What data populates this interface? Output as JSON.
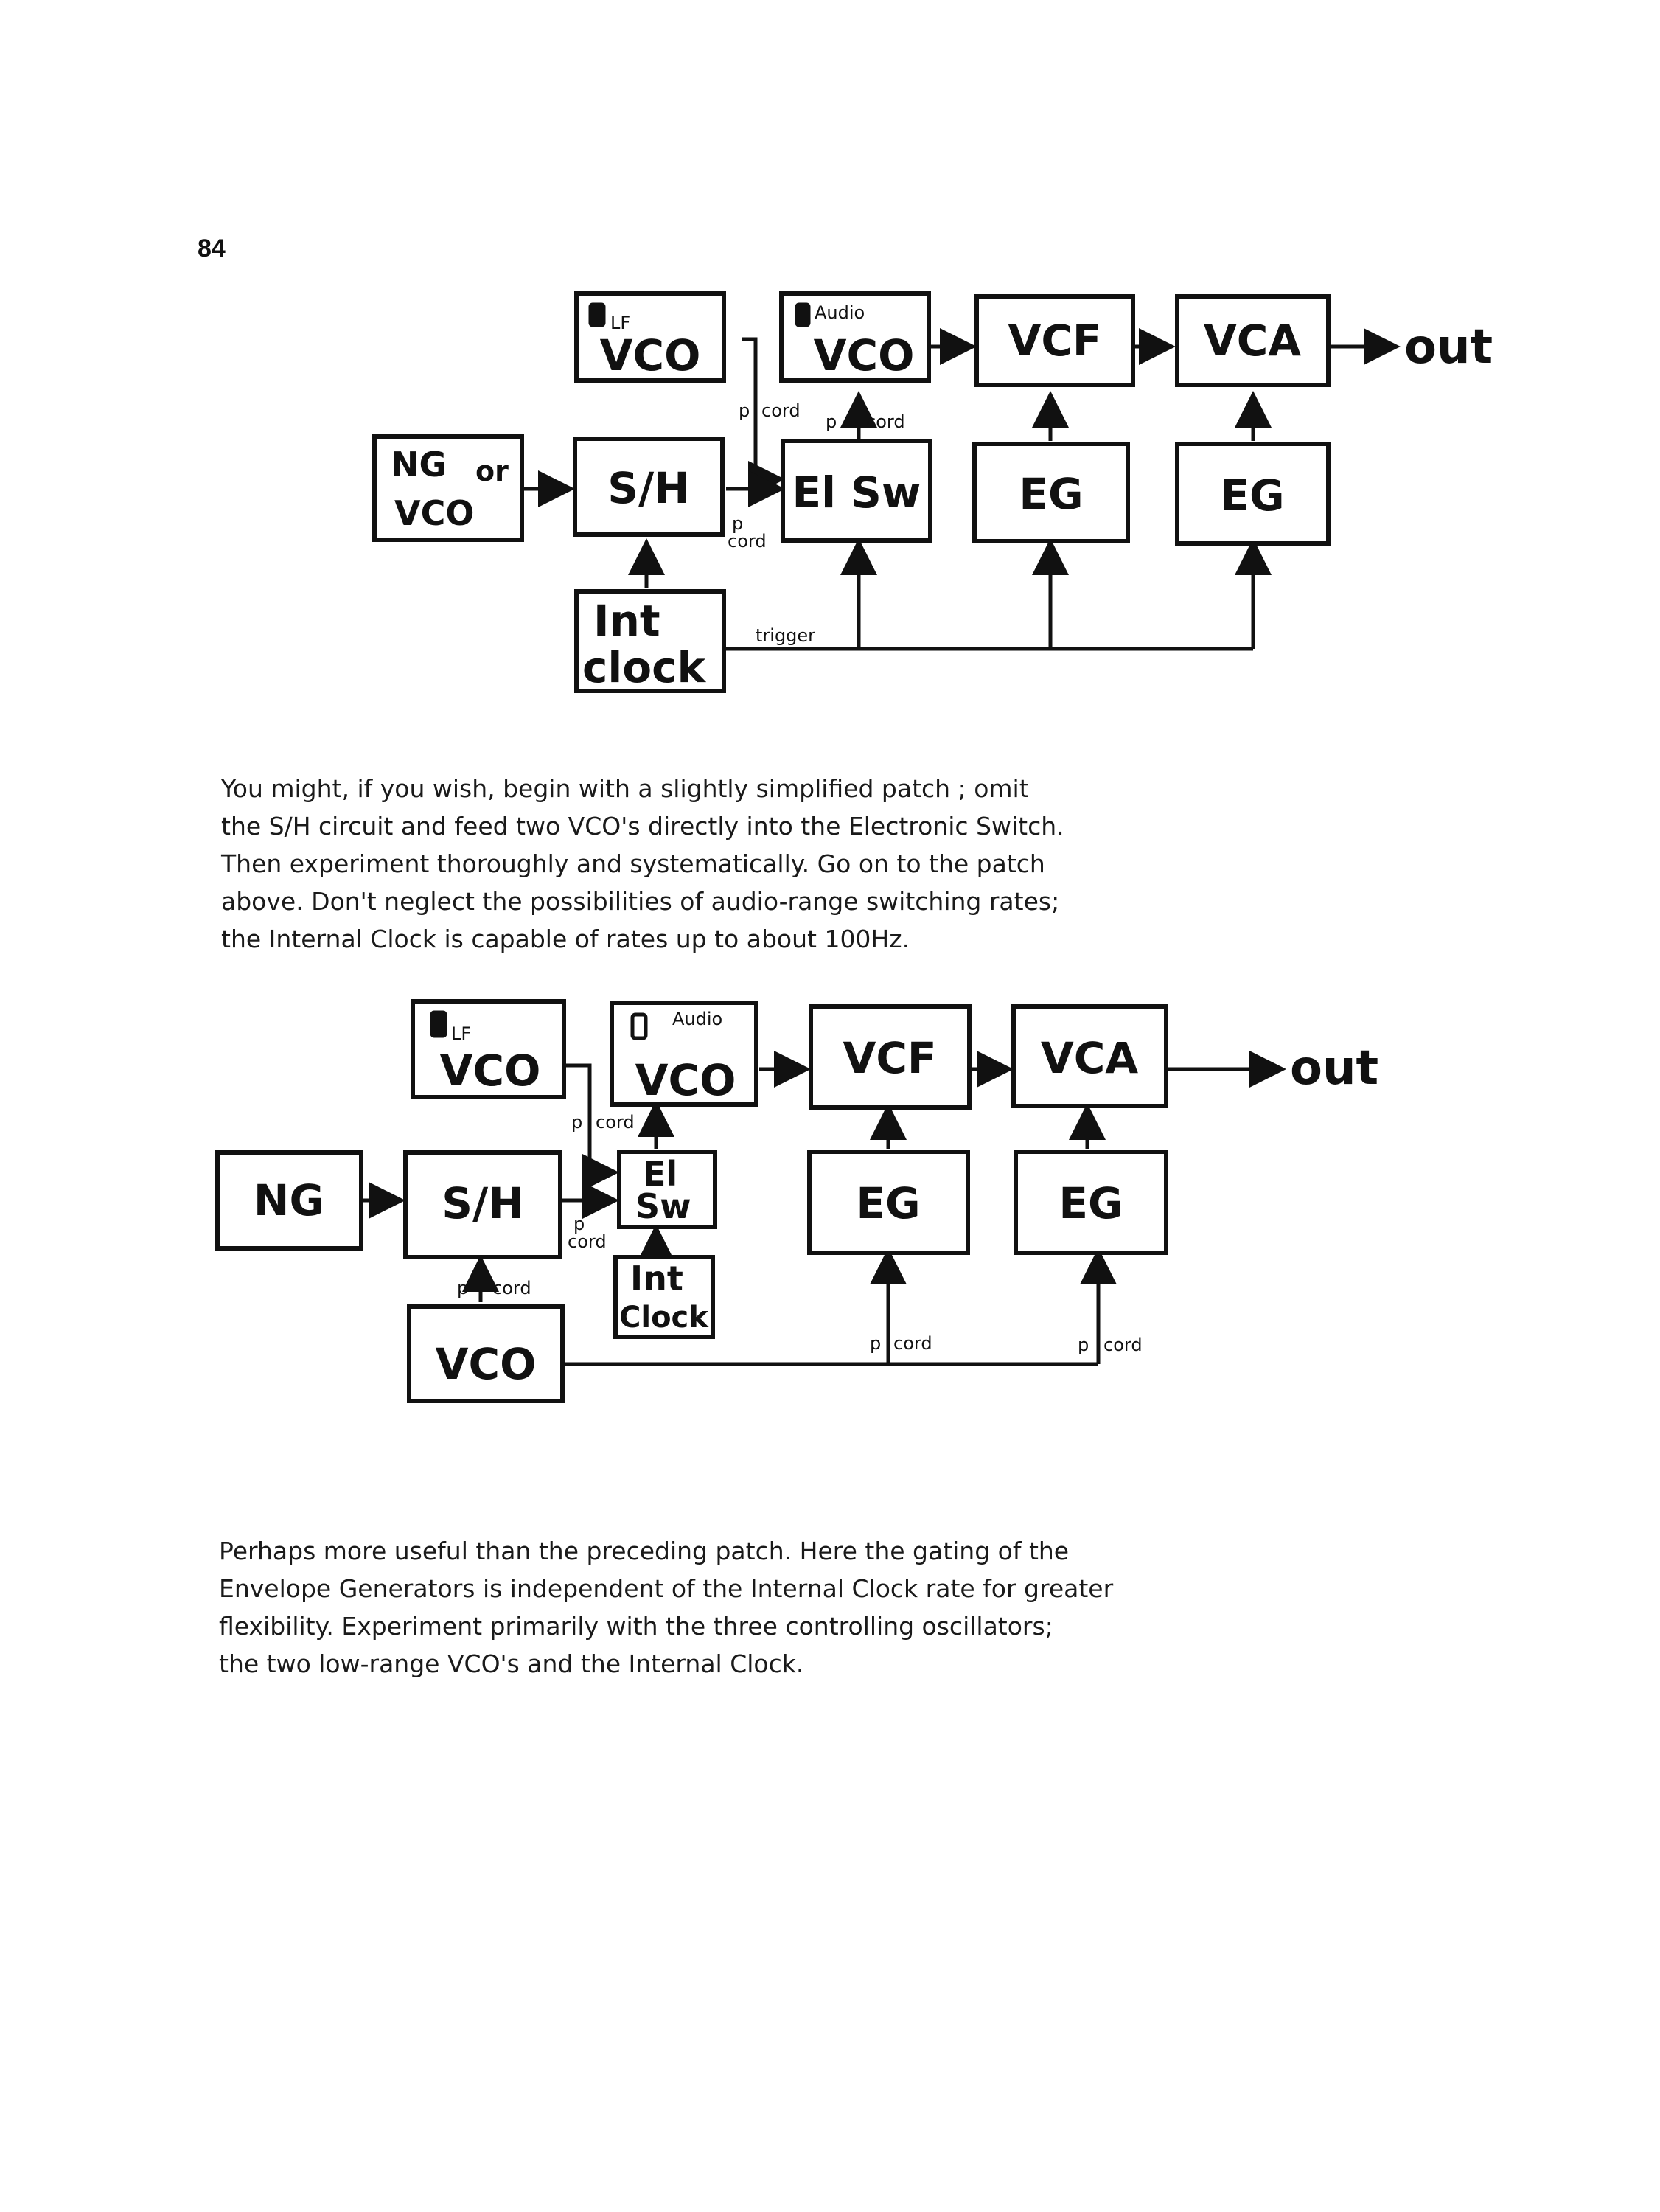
{
  "page_number": "84",
  "diagram1": {
    "lf_vco": {
      "tag": "LF",
      "label": "VCO"
    },
    "audio_vco": {
      "tag": "Audio",
      "label": "VCO"
    },
    "vcf": "VCF",
    "vca": "VCA",
    "out": "out",
    "ng_or_vco": {
      "line1": "NG",
      "or": "or",
      "line2": "VCO"
    },
    "sh": "S/H",
    "el_sw": "El Sw",
    "eg1": "EG",
    "eg2": "EG",
    "int_clock": {
      "line1": "Int",
      "line2": "clock"
    },
    "labels": {
      "p": "p",
      "cord": "cord",
      "trigger": "trigger"
    }
  },
  "paragraph1": [
    "You might, if you wish, begin with a slightly simplified patch ; omit",
    "the S/H circuit and feed two VCO's directly into the Electronic Switch.",
    "Then experiment thoroughly and systematically.  Go on to the patch",
    "above.  Don't neglect the possibilities of audio-range switching rates;",
    "the Internal Clock is capable of rates up to about 100Hz."
  ],
  "diagram2": {
    "lf_vco": {
      "tag": "LF",
      "label": "VCO"
    },
    "audio_vco": {
      "tag": "Audio",
      "label": "VCO"
    },
    "vcf": "VCF",
    "vca": "VCA",
    "out": "out",
    "ng": "NG",
    "sh": "S/H",
    "el_sw": {
      "line1": "El",
      "line2": "Sw"
    },
    "int_clock": {
      "line1": "Int",
      "line2": "Clock"
    },
    "eg1": "EG",
    "eg2": "EG",
    "vco_bottom": "VCO",
    "labels": {
      "p": "p",
      "cord": "cord"
    }
  },
  "paragraph2": [
    "Perhaps more useful than the preceding patch.  Here the gating of the",
    "Envelope Generators is independent of the Internal Clock rate for greater",
    "flexibility.  Experiment primarily with the three controlling oscillators;",
    "the two low-range VCO's and the Internal Clock."
  ]
}
